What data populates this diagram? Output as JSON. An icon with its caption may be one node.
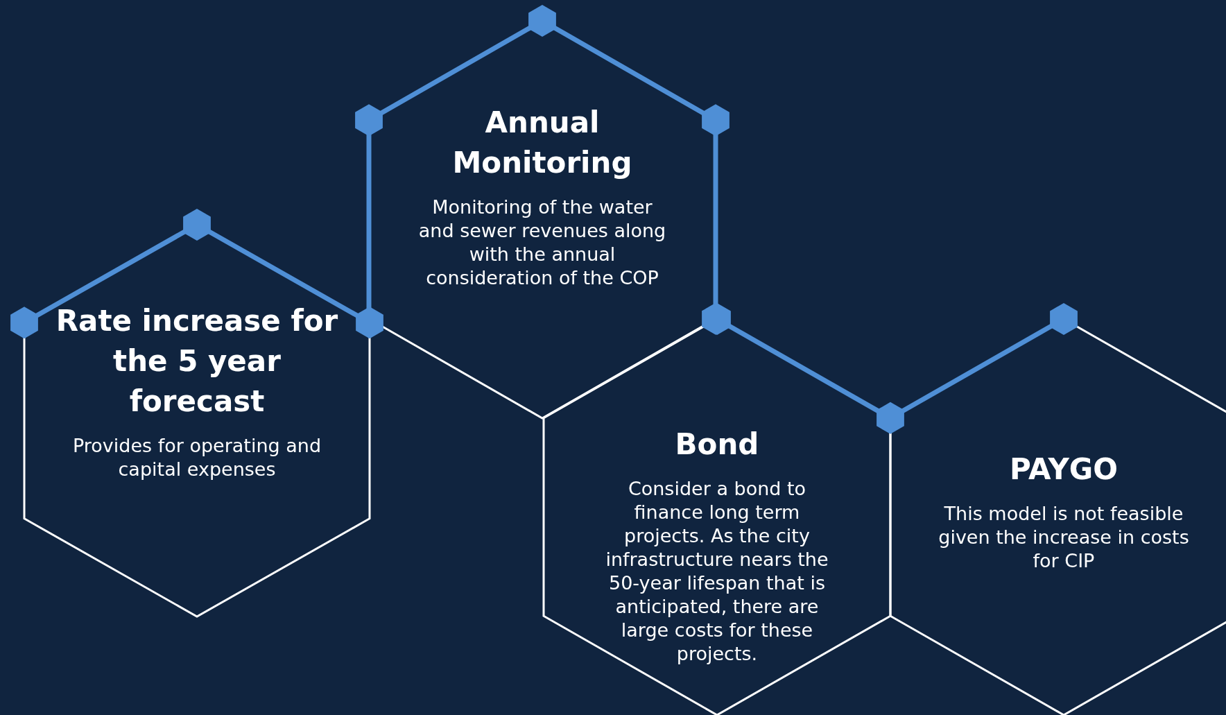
{
  "diagram": {
    "nodes": [
      {
        "text": [
          "Rate increase for the 5 year forecast",
          "Provides for operating and capital expenses"
        ]
      },
      {
        "text": [
          "Annual Monitoring",
          "Monitoring of the water and sewer revenues along with the annual consideration of the COP"
        ]
      },
      {
        "text": [
          "Bond",
          "Consider a bond to finance long term projects. As the city infrastructure nears the 50-year lifespan that is anticipated, there are large costs for these projects."
        ]
      },
      {
        "text": [
          "PAYGO",
          "This model is not feasible given the increase in costs for CIP"
        ]
      }
    ],
    "edges": []
  }
}
